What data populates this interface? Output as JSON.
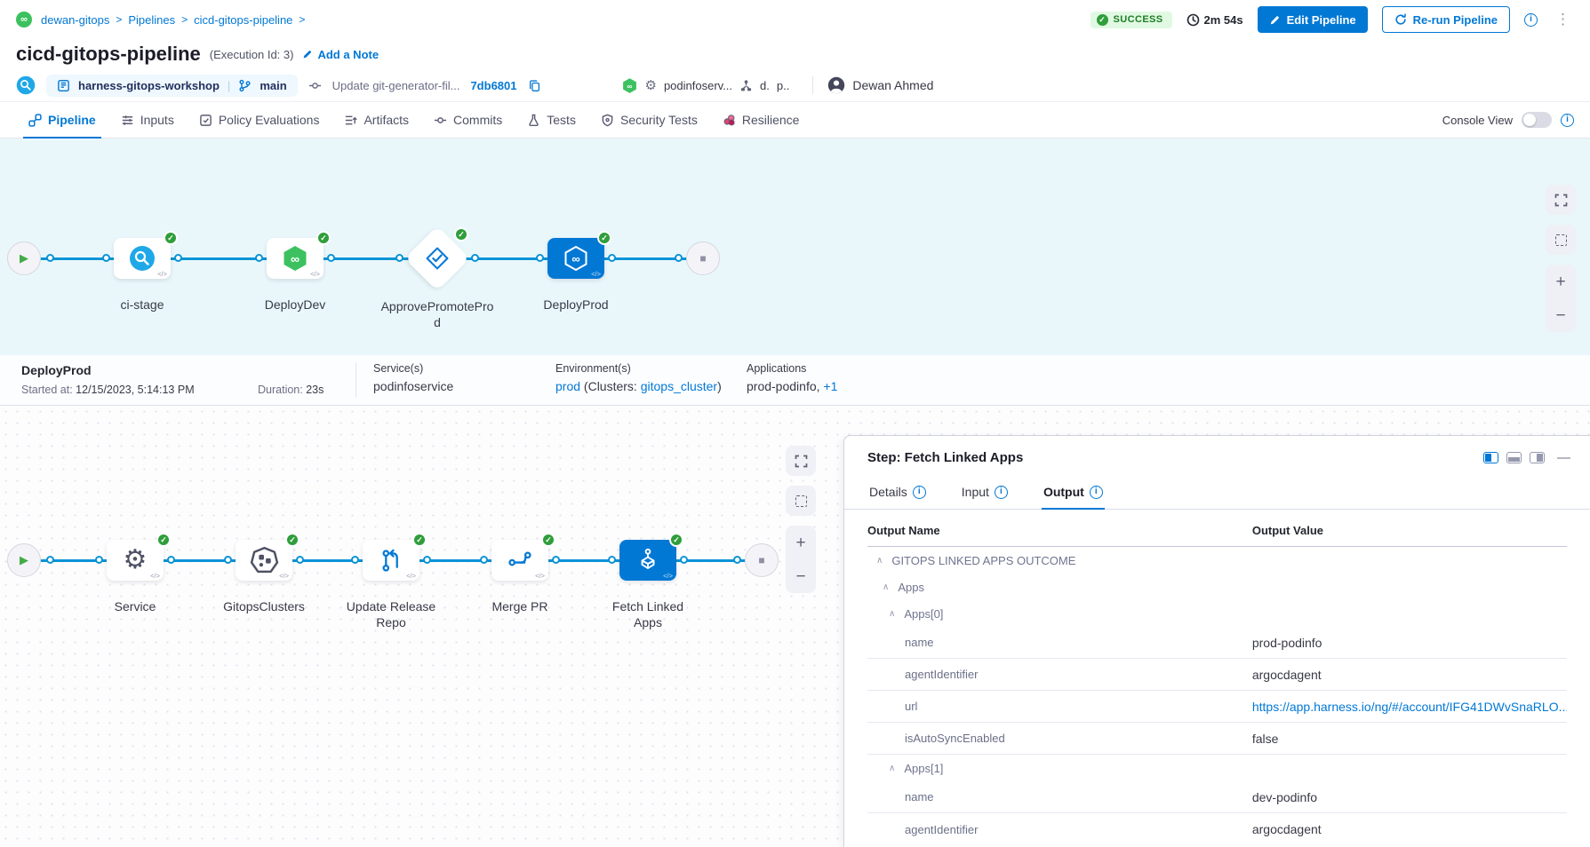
{
  "glyphs": {
    "check": "✓",
    "caret": "∧",
    "code": "</>",
    "play": "▶",
    "stop": "■",
    "sep": ">",
    "infinity": "∞",
    "gear": "⚙",
    "plus": "+",
    "minus": "−",
    "dash": "—",
    "dots": "⋮",
    "bar": "|",
    "i": "i"
  },
  "header": {
    "breadcrumb": {
      "items": [
        "dewan-gitops",
        "Pipelines",
        "cicd-gitops-pipeline"
      ]
    },
    "status": "SUCCESS",
    "duration": "2m 54s",
    "edit_button": "Edit Pipeline",
    "rerun_button": "Re-run Pipeline"
  },
  "title": {
    "name": "cicd-gitops-pipeline",
    "execution_id": "(Execution Id: 3)",
    "add_note": "Add a Note"
  },
  "meta": {
    "repo": "harness-gitops-workshop",
    "branch": "main",
    "commit_message": "Update git-generator-fil...",
    "commit_sha": "7db6801",
    "service_short": "podinfoserv...",
    "env_short_1": "d.",
    "env_short_2": "p..",
    "user": "Dewan Ahmed"
  },
  "tabs": {
    "items": [
      {
        "label": "Pipeline"
      },
      {
        "label": "Inputs"
      },
      {
        "label": "Policy Evaluations"
      },
      {
        "label": "Artifacts"
      },
      {
        "label": "Commits"
      },
      {
        "label": "Tests"
      },
      {
        "label": "Security Tests"
      },
      {
        "label": "Resilience"
      }
    ],
    "console_view": "Console View"
  },
  "top_graph": {
    "stages": [
      {
        "label": "ci-stage"
      },
      {
        "label": "DeployDev"
      },
      {
        "label": "ApprovePromoteProd"
      },
      {
        "label": "DeployProd"
      }
    ]
  },
  "stage_info": {
    "name": "DeployProd",
    "started_label": "Started at:",
    "started_value": "12/15/2023, 5:14:13 PM",
    "duration_label": "Duration:",
    "duration_value": "23s",
    "services_label": "Service(s)",
    "service": "podinfoservice",
    "env_label": "Environment(s)",
    "env_link": "prod",
    "env_mid": " (Clusters: ",
    "cluster_link": "gitops_cluster",
    "env_end": ")",
    "apps_label": "Applications",
    "apps_value": "prod-podinfo,",
    "apps_more": "+1"
  },
  "bottom_graph": {
    "steps": [
      {
        "label": "Service"
      },
      {
        "label": "GitopsClusters"
      },
      {
        "label": "Update Release Repo"
      },
      {
        "label": "Merge PR"
      },
      {
        "label": "Fetch Linked Apps"
      }
    ]
  },
  "step_panel": {
    "title": "Step: Fetch Linked Apps",
    "tabs": {
      "details": "Details",
      "input": "Input",
      "output": "Output"
    },
    "table": {
      "col_name": "Output Name",
      "col_value": "Output Value",
      "rows": [
        {
          "type": "group",
          "label": "GITOPS LINKED APPS OUTCOME"
        },
        {
          "type": "group",
          "label": "Apps"
        },
        {
          "type": "group",
          "label": "Apps[0]"
        },
        {
          "type": "kv",
          "key": "name",
          "value": "prod-podinfo"
        },
        {
          "type": "kv",
          "key": "agentIdentifier",
          "value": "argocdagent"
        },
        {
          "type": "kv",
          "key": "url",
          "value": "https://app.harness.io/ng/#/account/IFG41DWvSnaRLO..."
        },
        {
          "type": "kv",
          "key": "isAutoSyncEnabled",
          "value": "false"
        },
        {
          "type": "group",
          "label": "Apps[1]"
        },
        {
          "type": "kv",
          "key": "name",
          "value": "dev-podinfo"
        },
        {
          "type": "kv",
          "key": "agentIdentifier",
          "value": "argocdagent"
        }
      ]
    }
  }
}
